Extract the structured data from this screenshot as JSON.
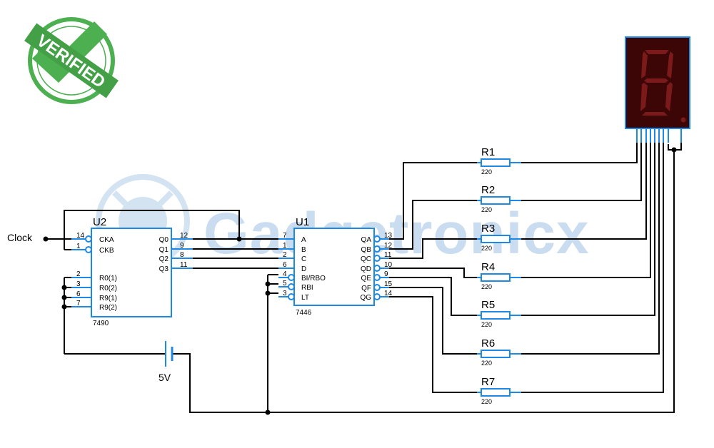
{
  "watermark": {
    "text": "Gadgetronicx",
    "color": "#c9dcef"
  },
  "badge": {
    "text": "VERIFIED",
    "color": "#4caf50"
  },
  "clock_label": "Clock",
  "u2": {
    "ref": "U2",
    "part": "7490",
    "left_pins": [
      {
        "num": "14",
        "name": "CKA"
      },
      {
        "num": "1",
        "name": "CKB"
      },
      {
        "num": "2",
        "name": "R0(1)"
      },
      {
        "num": "3",
        "name": "R0(2)"
      },
      {
        "num": "6",
        "name": "R9(1)"
      },
      {
        "num": "7",
        "name": "R9(2)"
      }
    ],
    "right_pins": [
      {
        "num": "12",
        "name": "Q0"
      },
      {
        "num": "9",
        "name": "Q1"
      },
      {
        "num": "8",
        "name": "Q2"
      },
      {
        "num": "11",
        "name": "Q3"
      }
    ]
  },
  "u1": {
    "ref": "U1",
    "part": "7446",
    "left_pins": [
      {
        "num": "7",
        "name": "A"
      },
      {
        "num": "1",
        "name": "B"
      },
      {
        "num": "2",
        "name": "C"
      },
      {
        "num": "6",
        "name": "D"
      },
      {
        "num": "4",
        "name": "BI/RBO"
      },
      {
        "num": "5",
        "name": "RBI"
      },
      {
        "num": "3",
        "name": "LT"
      }
    ],
    "right_pins": [
      {
        "num": "13",
        "name": "QA"
      },
      {
        "num": "12",
        "name": "QB"
      },
      {
        "num": "11",
        "name": "QC"
      },
      {
        "num": "10",
        "name": "QD"
      },
      {
        "num": "9",
        "name": "QE"
      },
      {
        "num": "15",
        "name": "QF"
      },
      {
        "num": "14",
        "name": "QG"
      }
    ]
  },
  "resistors": [
    {
      "ref": "R1",
      "value": "220"
    },
    {
      "ref": "R2",
      "value": "220"
    },
    {
      "ref": "R3",
      "value": "220"
    },
    {
      "ref": "R4",
      "value": "220"
    },
    {
      "ref": "R5",
      "value": "220"
    },
    {
      "ref": "R6",
      "value": "220"
    },
    {
      "ref": "R7",
      "value": "220"
    }
  ],
  "battery_label": "5V",
  "display": {
    "digit": "8",
    "body_color": "#3d0606",
    "segment_color": "#7a1a1a"
  }
}
